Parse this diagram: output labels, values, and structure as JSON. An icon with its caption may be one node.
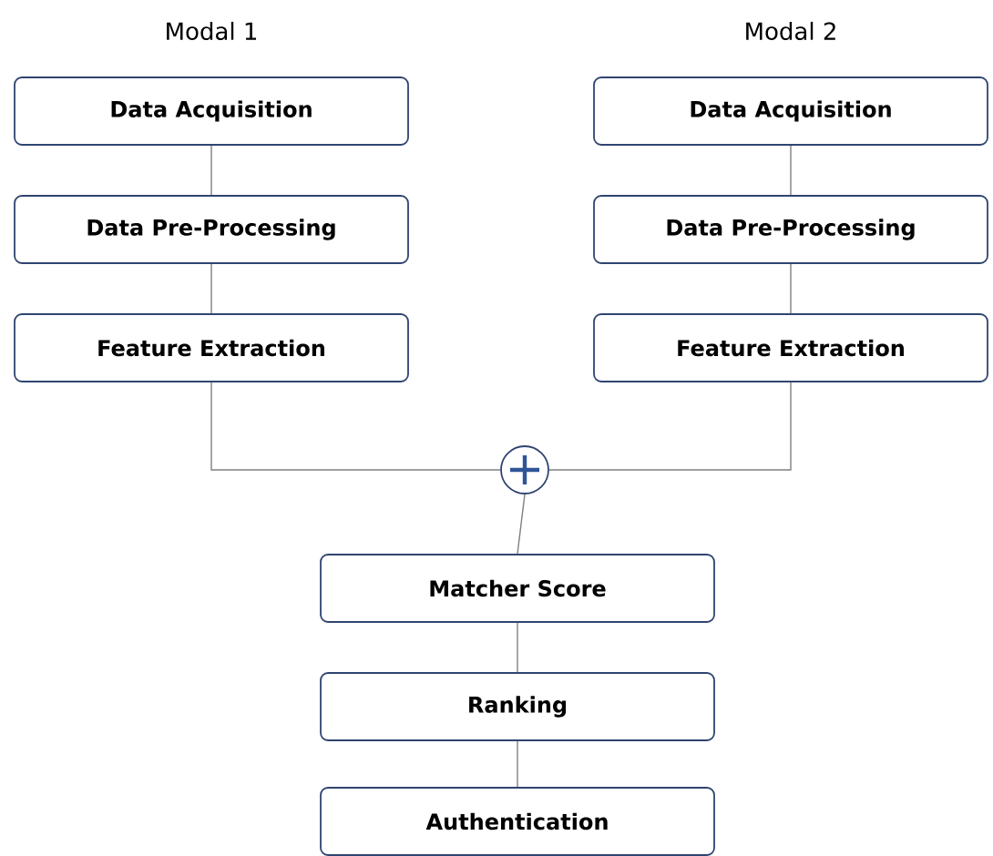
{
  "diagram": {
    "nodes": [
      {
        "text": [
          "Data Acquisition"
        ]
      },
      {
        "text": [
          "Data Pre-Processing"
        ]
      },
      {
        "text": [
          "Feature Extraction"
        ]
      },
      {
        "text": [
          "Data Acquisition"
        ]
      },
      {
        "text": [
          "Data Pre-Processing"
        ]
      },
      {
        "text": [
          "Feature Extraction"
        ]
      },
      {
        "text": [],
        "shape": "circle"
      },
      {
        "text": [
          "Matcher Score"
        ]
      },
      {
        "text": [
          "Ranking"
        ]
      },
      {
        "text": [
          "Authentication"
        ]
      }
    ],
    "edges": [
      {
        "from": 0,
        "to": 1,
        "arrow": "none"
      },
      {
        "from": 1,
        "to": 2,
        "arrow": "none"
      },
      {
        "from": 3,
        "to": 4,
        "arrow": "none"
      },
      {
        "from": 4,
        "to": 5,
        "arrow": "none"
      },
      {
        "from": 2,
        "to": 6,
        "arrow": "none"
      },
      {
        "from": 5,
        "to": 6,
        "arrow": "none"
      },
      {
        "from": 6,
        "to": 7,
        "arrow": "none"
      },
      {
        "from": 7,
        "to": 8,
        "arrow": "none"
      },
      {
        "from": 8,
        "to": 9,
        "arrow": "none"
      }
    ],
    "labels": [
      "Modal 1",
      "Modal 2"
    ]
  }
}
